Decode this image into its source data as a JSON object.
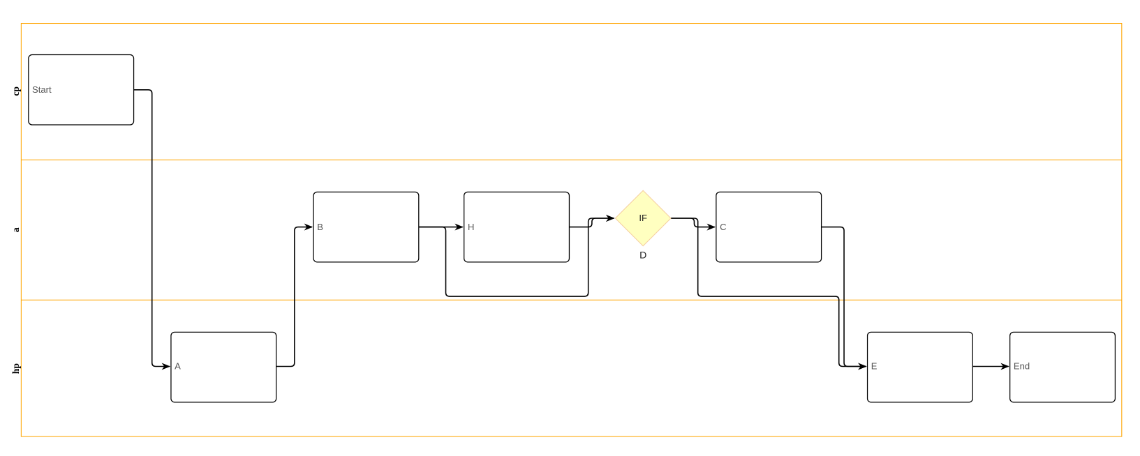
{
  "lanes": [
    {
      "label": "cp"
    },
    {
      "label": "a"
    },
    {
      "label": "hp"
    }
  ],
  "nodes": {
    "start": {
      "label": "Start"
    },
    "a": {
      "label": "A"
    },
    "b": {
      "label": "B"
    },
    "h": {
      "label": "H"
    },
    "if": {
      "label": "IF",
      "caption": "D"
    },
    "c": {
      "label": "C"
    },
    "e": {
      "label": "E"
    },
    "end": {
      "label": "End"
    }
  },
  "colors": {
    "pool_border": "#ffa500",
    "decision_fill": "#ffffc0",
    "decision_border": "#f5cfa0",
    "edge": "#000000"
  }
}
